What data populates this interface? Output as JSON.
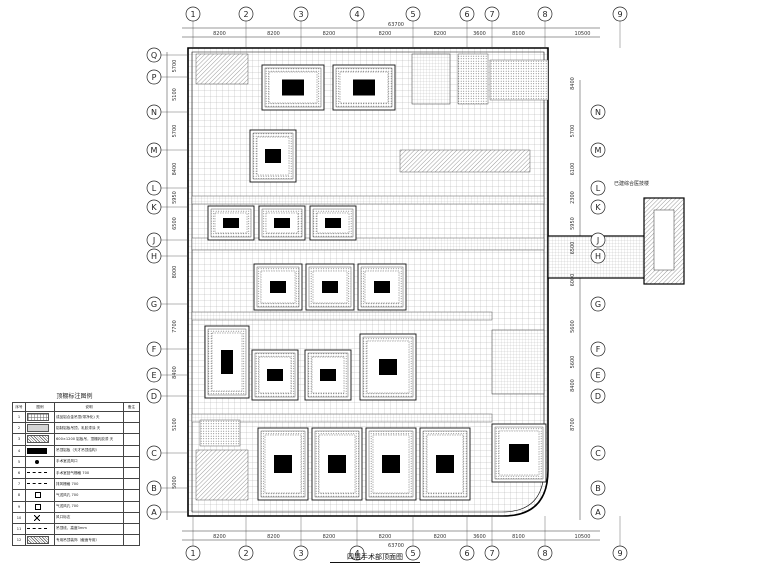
{
  "axes": {
    "columns": [
      "1",
      "2",
      "3",
      "4",
      "5",
      "6",
      "7",
      "8",
      "9"
    ],
    "rows_left": [
      "Q",
      "P",
      "N",
      "M",
      "L",
      "K",
      "J",
      "H",
      "G",
      "F",
      "E",
      "D",
      "C",
      "B",
      "A"
    ],
    "rows_right": [
      "N",
      "M",
      "L",
      "K",
      "J",
      "H",
      "G",
      "F",
      "E",
      "D",
      "C",
      "B",
      "A"
    ]
  },
  "dimensions": {
    "total": "63700",
    "bays_top": [
      "8200",
      "8200",
      "8200",
      "8200",
      "8200",
      "3600",
      "8100",
      "10500"
    ],
    "bays_bottom": [
      "8200",
      "8200",
      "8200",
      "8200",
      "8200",
      "3600",
      "8100",
      "10500"
    ],
    "left_spans": [
      "5700",
      "5100",
      "5700",
      "8400",
      "5950",
      "6500",
      "8000",
      "7700",
      "8400",
      "5100",
      "5000"
    ],
    "right_spans": [
      "8400",
      "5700",
      "6100",
      "2300",
      "5950",
      "6500",
      "6000",
      "5600",
      "5600",
      "8400",
      "8700"
    ]
  },
  "annotations": {
    "link_label": "已建综合医技楼"
  },
  "legend": {
    "title": "顶棚标注图例",
    "headers": [
      "序号",
      "图例",
      "说明",
      "备注"
    ],
    "rows": [
      {
        "no": "1",
        "desc": "成品铝合金吊顶(带净化)  天"
      },
      {
        "no": "2",
        "desc": "铝制铝板吊顶，乳胶漆涂  天"
      },
      {
        "no": "3",
        "desc": "600×1200  铝板吊，顶棚乳胶漆  天"
      },
      {
        "no": "4",
        "desc": "吊顶铝板（天才吊顶结构）"
      },
      {
        "no": "5",
        "desc": "手术室送风口"
      },
      {
        "no": "6",
        "desc": "手术室回气栅格 700"
      },
      {
        "no": "7",
        "desc": "排风栅格 700"
      },
      {
        "no": "8",
        "desc": "气送风孔 700"
      },
      {
        "no": "9",
        "desc": "气送风孔 700"
      },
      {
        "no": "10",
        "desc": "风口标志"
      },
      {
        "no": "11",
        "desc": "吊顶线，高度3mm"
      },
      {
        "no": "12",
        "desc": "专用吊顶装饰（截面专用）"
      }
    ]
  },
  "title": "四层手术部顶面图"
}
